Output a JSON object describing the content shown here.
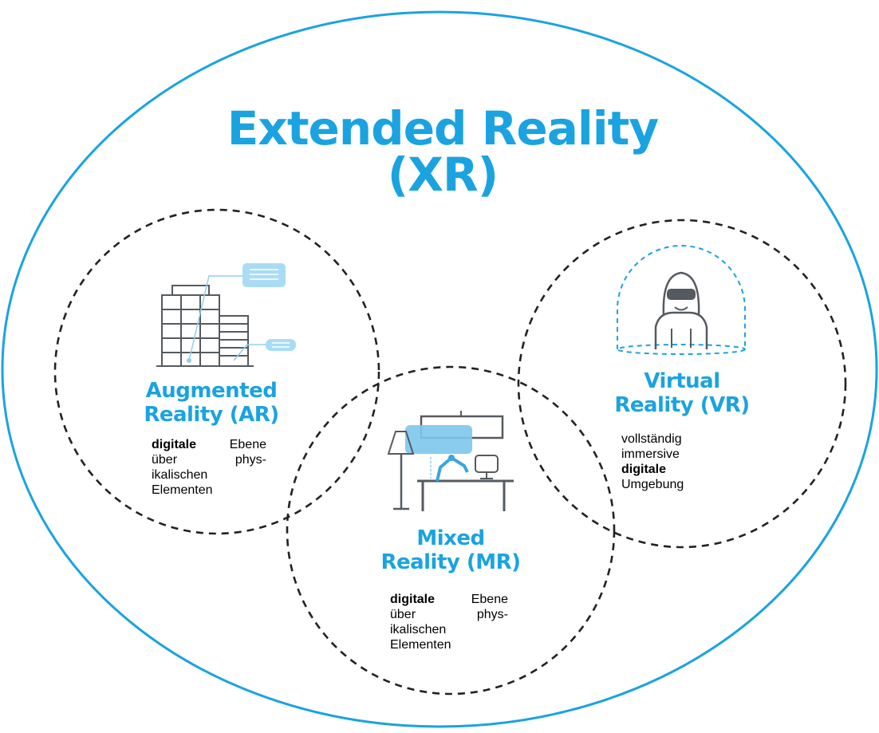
{
  "title": {
    "line1": "Extended Reality",
    "line2": "(XR)"
  },
  "ar": {
    "title_line1": "Augmented",
    "title_line2": "Reality (AR)",
    "desc": {
      "bold": "digitale",
      "rest1": "Ebene",
      "l2a": "über",
      "l2b": "phys-",
      "l3": "ikalischen",
      "l4": "Elementen"
    }
  },
  "mr": {
    "title_line1": "Mixed",
    "title_line2": "Reality (MR)",
    "desc": {
      "bold": "digitale",
      "rest1": "Ebene",
      "l2a": "über",
      "l2b": "phys-",
      "l3": "ikalischen",
      "l4": "Elementen"
    }
  },
  "vr": {
    "title_line1": "Virtual",
    "title_line2": "Reality (VR)",
    "desc": {
      "l1": "vollständig",
      "l2": "immersive",
      "bold": "digitale",
      "l4": "Umgebung"
    }
  },
  "colors": {
    "accent": "#1aa3e0",
    "light_accent": "#8fd0ef",
    "icon_gray": "#555a60",
    "dash": "#222222"
  },
  "icons": {
    "ar": "building-with-callouts-icon",
    "mr": "desk-lamp-robot-arm-icon",
    "vr": "vr-headset-person-icon"
  }
}
